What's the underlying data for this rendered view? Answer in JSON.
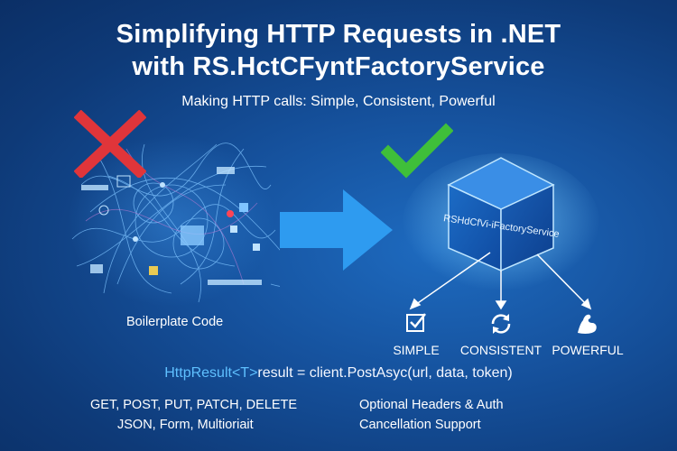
{
  "title_line1": "Simplifying HTTP Requests in .NET",
  "title_line2": "with RS.HctCFyntFactoryService",
  "subtitle": "Making HTTP calls: Simple, Consistent, Powerful",
  "boilerplate_label": "Boilerplate Code",
  "cube_label": "RSHdCfVi-iFactoryService",
  "features": [
    {
      "label": "SIMPLE",
      "icon": "checkbox-icon"
    },
    {
      "label": "CONSISTENT",
      "icon": "refresh-cycle-icon"
    },
    {
      "label": "POWERFUL",
      "icon": "flexed-arm-icon"
    }
  ],
  "code": {
    "type_part": "HttpResult<T>",
    "rest": "result = client.PostAsyc(url, data, token)"
  },
  "left_list": [
    "GET, POST, PUT, PATCH, DELETE",
    "JSON, Form, Multioriait"
  ],
  "right_list": [
    "Optional Headers & Auth",
    "Cancellation Support"
  ],
  "colors": {
    "accent_blue": "#2e9bf0",
    "check_green": "#3fbf3a",
    "cross_red": "#e0353a"
  }
}
